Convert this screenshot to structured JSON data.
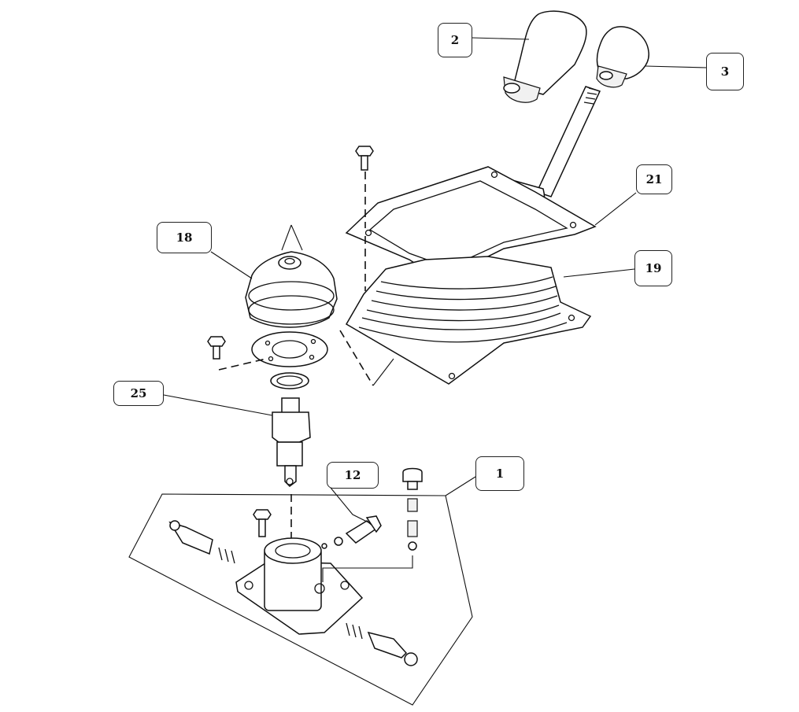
{
  "diagram": {
    "callouts": [
      {
        "id": "c2",
        "label": "2"
      },
      {
        "id": "c3",
        "label": "3"
      },
      {
        "id": "c21",
        "label": "21"
      },
      {
        "id": "c19",
        "label": "19"
      },
      {
        "id": "c18",
        "label": "18"
      },
      {
        "id": "c25",
        "label": "25"
      },
      {
        "id": "c12",
        "label": "12"
      },
      {
        "id": "c1",
        "label": "1"
      }
    ],
    "parts": [
      "shift-knob-tapered",
      "shift-knob-round",
      "shift-lever",
      "boot-retainer-plate",
      "rubber-boot",
      "dust-boot",
      "retainer-ring",
      "snap-ring",
      "lever-pivot",
      "shifter-housing",
      "detent-plug-bolt"
    ]
  }
}
